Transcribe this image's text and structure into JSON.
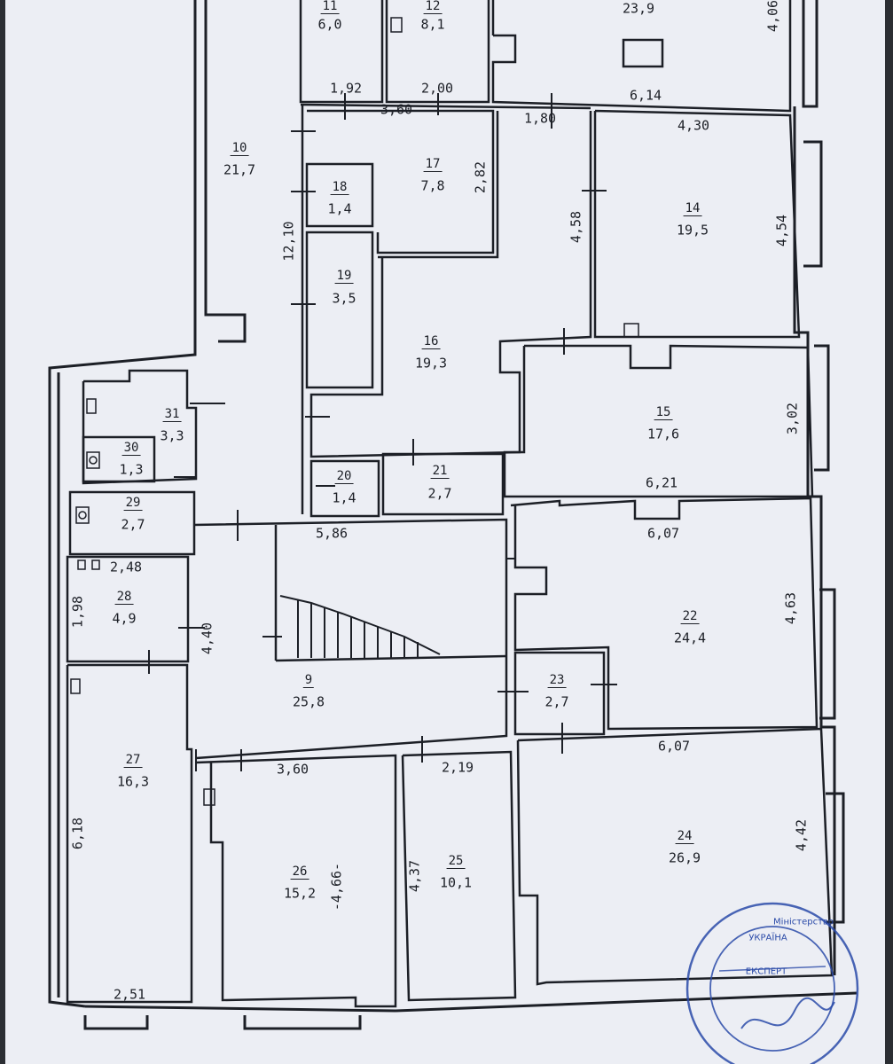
{
  "rooms": [
    {
      "id": "r11",
      "num": "11",
      "area": "6,0"
    },
    {
      "id": "r12",
      "num": "12",
      "area": "8,1"
    },
    {
      "id": "r13",
      "area": "23,9"
    },
    {
      "id": "r10",
      "num": "10",
      "area": "21,7"
    },
    {
      "id": "r17",
      "num": "17",
      "area": "7,8"
    },
    {
      "id": "r18",
      "num": "18",
      "area": "1,4"
    },
    {
      "id": "r19",
      "num": "19",
      "area": "3,5"
    },
    {
      "id": "r14",
      "num": "14",
      "area": "19,5"
    },
    {
      "id": "r16",
      "num": "16",
      "area": "19,3"
    },
    {
      "id": "r15",
      "num": "15",
      "area": "17,6"
    },
    {
      "id": "r31",
      "num": "31",
      "area": "3,3"
    },
    {
      "id": "r30",
      "num": "30",
      "area": "1,3"
    },
    {
      "id": "r20",
      "num": "20",
      "area": "1,4"
    },
    {
      "id": "r21",
      "num": "21",
      "area": "2,7"
    },
    {
      "id": "r29",
      "num": "29",
      "area": "2,7"
    },
    {
      "id": "r28",
      "num": "28",
      "area": "4,9"
    },
    {
      "id": "r22",
      "num": "22",
      "area": "24,4"
    },
    {
      "id": "r9",
      "num": "9",
      "area": "25,8"
    },
    {
      "id": "r23",
      "num": "23",
      "area": "2,7"
    },
    {
      "id": "r27",
      "num": "27",
      "area": "16,3"
    },
    {
      "id": "r26",
      "num": "26",
      "area": "15,2"
    },
    {
      "id": "r25",
      "num": "25",
      "area": "10,1"
    },
    {
      "id": "r24",
      "num": "24",
      "area": "26,9"
    }
  ],
  "dimensions": [
    {
      "id": "d1",
      "text": "4,06",
      "orient": "v"
    },
    {
      "id": "d2",
      "text": "1,92"
    },
    {
      "id": "d3",
      "text": "2,00"
    },
    {
      "id": "d4",
      "text": "6,14"
    },
    {
      "id": "d5",
      "text": "3,60"
    },
    {
      "id": "d6",
      "text": "1,80"
    },
    {
      "id": "d7",
      "text": "4,30"
    },
    {
      "id": "d8",
      "text": "2,82",
      "orient": "v"
    },
    {
      "id": "d9",
      "text": "4,58",
      "orient": "v"
    },
    {
      "id": "d10",
      "text": "4,54",
      "orient": "v"
    },
    {
      "id": "d11",
      "text": "12,10",
      "orient": "v"
    },
    {
      "id": "d12",
      "text": "3,02",
      "orient": "v"
    },
    {
      "id": "d13",
      "text": "6,21"
    },
    {
      "id": "d14",
      "text": "5,86"
    },
    {
      "id": "d15",
      "text": "6,07"
    },
    {
      "id": "d16",
      "text": "2,48"
    },
    {
      "id": "d17",
      "text": "1,98",
      "orient": "v"
    },
    {
      "id": "d18",
      "text": "4,40",
      "orient": "v"
    },
    {
      "id": "d19",
      "text": "4,63",
      "orient": "v"
    },
    {
      "id": "d20",
      "text": "6,07"
    },
    {
      "id": "d21",
      "text": "3,60"
    },
    {
      "id": "d22",
      "text": "2,19"
    },
    {
      "id": "d23",
      "text": "6,18",
      "orient": "v"
    },
    {
      "id": "d24",
      "text": "-4,66-",
      "orient": "v"
    },
    {
      "id": "d25",
      "text": "4,37",
      "orient": "v"
    },
    {
      "id": "d26",
      "text": "4,42",
      "orient": "v"
    },
    {
      "id": "d27",
      "text": "2,51"
    }
  ],
  "stamp": {
    "top_text": "Міністерство",
    "mid_text": "УКРАЇНА",
    "role_text": "ЕКСПЕРТ",
    "color": "#2a4aa8"
  },
  "colors": {
    "line": "#1c1f26",
    "paper": "#eceef4",
    "frame": "#2b2e33"
  }
}
